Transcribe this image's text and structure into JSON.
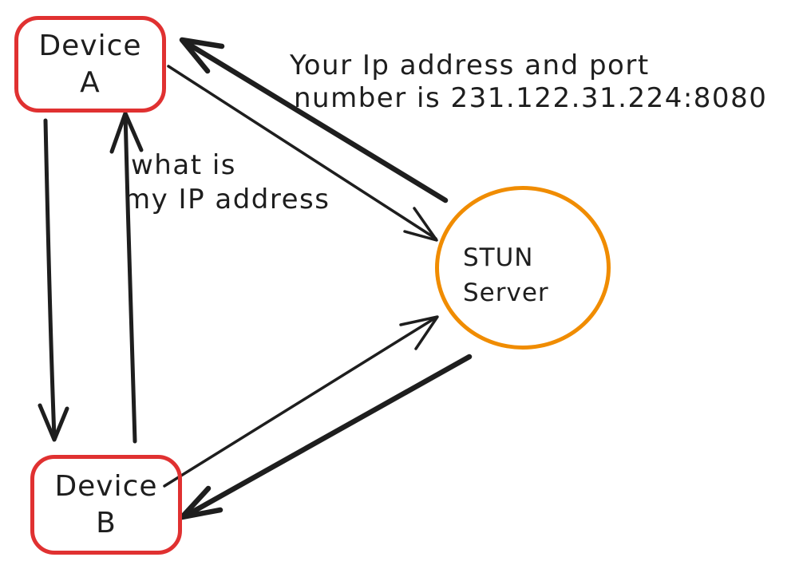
{
  "nodes": {
    "device_a": {
      "label_line1": "Device",
      "label_line2": "A"
    },
    "device_b": {
      "label_line1": "Device",
      "label_line2": "B"
    },
    "stun_server": {
      "label_line1": "STUN",
      "label_line2": "Server"
    }
  },
  "annotations": {
    "stun_response": {
      "line1": "Your Ip address and port",
      "line2": "number is 231.122.31.224:8080"
    },
    "stun_request": {
      "line1": "what is",
      "line2": "my IP address"
    }
  },
  "edges": [
    {
      "from": "device_a",
      "to": "device_b",
      "style": "thick"
    },
    {
      "from": "device_b",
      "to": "device_a",
      "style": "thick"
    },
    {
      "from": "stun_server",
      "to": "device_a",
      "style": "thick"
    },
    {
      "from": "device_a",
      "to": "stun_server",
      "style": "thin"
    },
    {
      "from": "device_b",
      "to": "stun_server",
      "style": "thin"
    },
    {
      "from": "stun_server",
      "to": "device_b",
      "style": "thick"
    }
  ],
  "colors": {
    "ink": "#1e1e1e",
    "device_border": "#e03131",
    "stun_border": "#f08c00",
    "background": "#ffffff"
  }
}
